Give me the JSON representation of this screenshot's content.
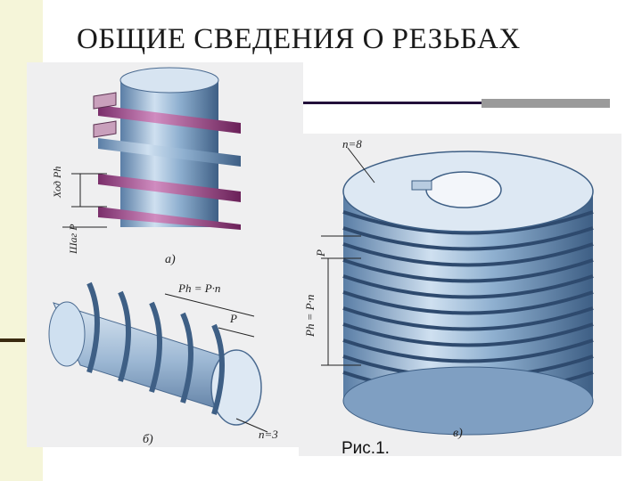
{
  "slide": {
    "title": "ОБЩИЕ СВЕДЕНИЯ О РЕЗЬБАХ",
    "caption": "Рис.1."
  },
  "figure_a": {
    "label": "а)",
    "lead_label": "Ход Ph",
    "pitch_label": "Шаг P"
  },
  "figure_b": {
    "label": "б)",
    "lead_label": "Ph = P·n",
    "pitch_label": "P",
    "starts_label": "n=3"
  },
  "figure_c": {
    "label": "в)",
    "starts_label": "n=8",
    "pitch_label": "P",
    "lead_label": "Ph = P·n"
  },
  "colors": {
    "metal_blue": "#8fb0d0",
    "thread_purple": "#a0508c",
    "background_band": "#f5f5d9"
  }
}
